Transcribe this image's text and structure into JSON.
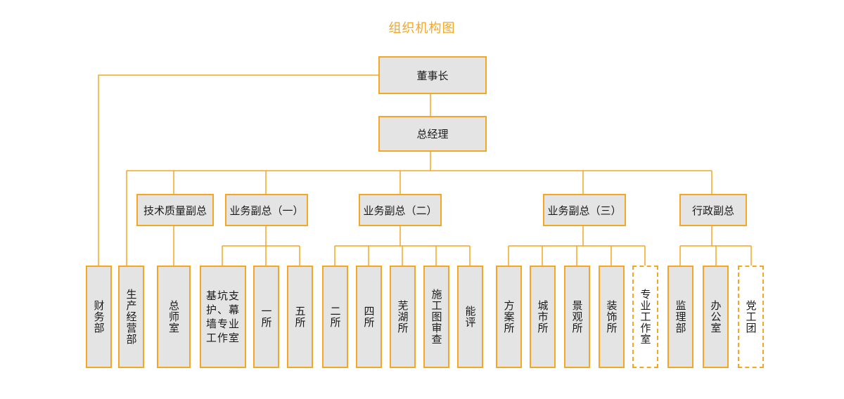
{
  "title": "组织机构图",
  "colors": {
    "accent": "#F5A623",
    "box_fill": "#E4E4E4"
  },
  "top": {
    "chairman": "董事长",
    "general_manager": "总经理"
  },
  "vps": {
    "tech_quality": "技术质量副总",
    "business1": "业务副总（一）",
    "business2": "业务副总（二）",
    "business3": "业务副总（三）",
    "admin": "行政副总"
  },
  "units": {
    "finance": "财务部",
    "production": "生产经营部",
    "chief_engineer": "总师室",
    "foundation_studio": "基坑支护、幕墙专业工作室",
    "office1": "一所",
    "office5": "五所",
    "office2": "二所",
    "office4": "四所",
    "wuhu_office": "芜湖所",
    "drawing_review": "施工图审查",
    "energy_eval": "能评",
    "scheme_office": "方案所",
    "urban_office": "城市所",
    "landscape_office": "景观所",
    "decoration_office": "装饰所",
    "special_studio": "专业工作室",
    "supervision": "监理部",
    "admin_office": "办公室",
    "party_league": "党工团"
  }
}
